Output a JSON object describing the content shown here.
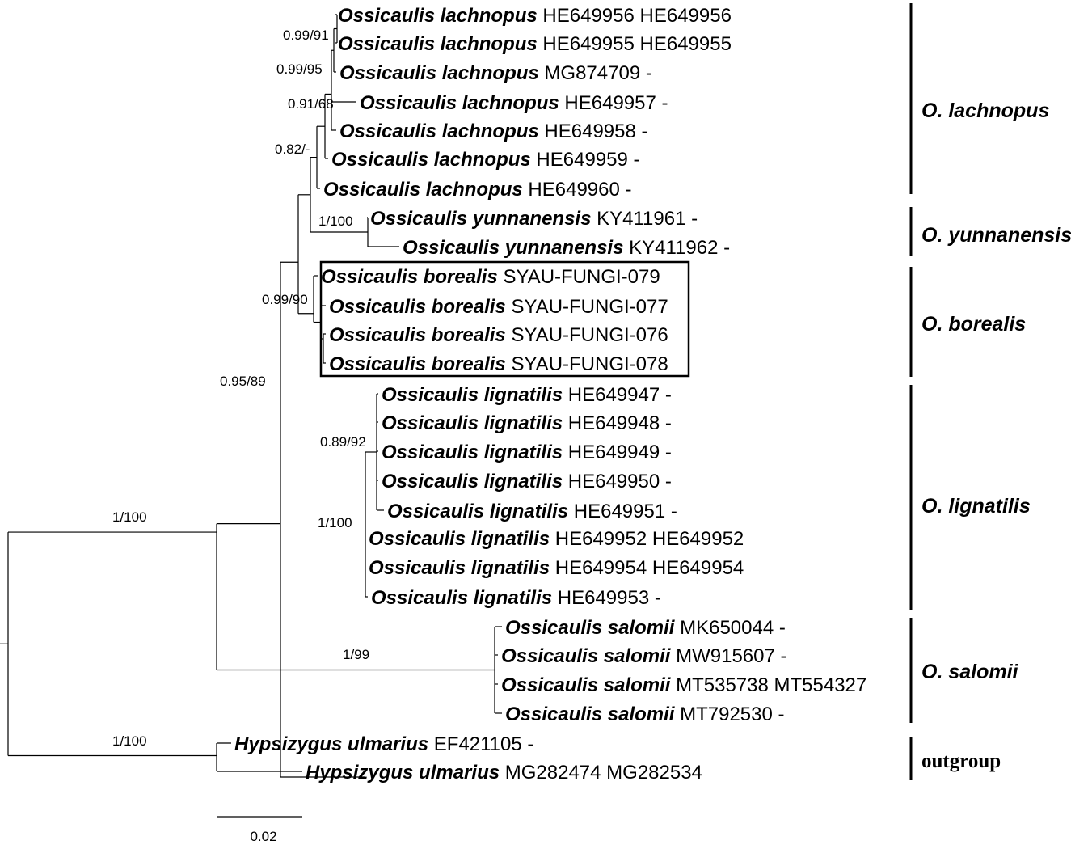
{
  "figure": {
    "scale_label": "0.02",
    "tips": [
      {
        "genus": "Ossicaulis",
        "species": "lachnopus",
        "accessions": "HE649956 HE649956"
      },
      {
        "genus": "Ossicaulis",
        "species": "lachnopus",
        "accessions": "HE649955 HE649955"
      },
      {
        "genus": "Ossicaulis",
        "species": "lachnopus",
        "accessions": "MG874709 -"
      },
      {
        "genus": "Ossicaulis",
        "species": "lachnopus",
        "accessions": "HE649957 -"
      },
      {
        "genus": "Ossicaulis",
        "species": "lachnopus",
        "accessions": "HE649958 -"
      },
      {
        "genus": "Ossicaulis",
        "species": "lachnopus",
        "accessions": "HE649959 -"
      },
      {
        "genus": "Ossicaulis",
        "species": "lachnopus",
        "accessions": "HE649960 -"
      },
      {
        "genus": "Ossicaulis",
        "species": "yunnanensis",
        "accessions": "KY411961 -"
      },
      {
        "genus": "Ossicaulis",
        "species": "yunnanensis",
        "accessions": "KY411962 -"
      },
      {
        "genus": "Ossicaulis",
        "species": "borealis",
        "accessions": "SYAU-FUNGI-079"
      },
      {
        "genus": "Ossicaulis",
        "species": "borealis",
        "accessions": "SYAU-FUNGI-077"
      },
      {
        "genus": "Ossicaulis",
        "species": "borealis",
        "accessions": "SYAU-FUNGI-076"
      },
      {
        "genus": "Ossicaulis",
        "species": "borealis",
        "accessions": "SYAU-FUNGI-078"
      },
      {
        "genus": "Ossicaulis",
        "species": "lignatilis",
        "accessions": "HE649947 -"
      },
      {
        "genus": "Ossicaulis",
        "species": "lignatilis",
        "accessions": "HE649948 -"
      },
      {
        "genus": "Ossicaulis",
        "species": "lignatilis",
        "accessions": "HE649949 -"
      },
      {
        "genus": "Ossicaulis",
        "species": "lignatilis",
        "accessions": "HE649950 -"
      },
      {
        "genus": "Ossicaulis",
        "species": "lignatilis",
        "accessions": "HE649951 -"
      },
      {
        "genus": "Ossicaulis",
        "species": "lignatilis",
        "accessions": "HE649952 HE649952"
      },
      {
        "genus": "Ossicaulis",
        "species": "lignatilis",
        "accessions": "HE649954 HE649954"
      },
      {
        "genus": "Ossicaulis",
        "species": "lignatilis",
        "accessions": "HE649953 -"
      },
      {
        "genus": "Ossicaulis",
        "species": "salomii",
        "accessions": "MK650044 -"
      },
      {
        "genus": "Ossicaulis",
        "species": "salomii",
        "accessions": "MW915607 -"
      },
      {
        "genus": "Ossicaulis",
        "species": "salomii",
        "accessions": "MT535738 MT554327"
      },
      {
        "genus": "Ossicaulis",
        "species": "salomii",
        "accessions": "MT792530 -"
      },
      {
        "genus": "Hypsizygus",
        "species": "ulmarius",
        "accessions": "EF421105 -"
      },
      {
        "genus": "Hypsizygus",
        "species": "ulmarius",
        "accessions": "MG282474 MG282534"
      }
    ],
    "supports": [
      "0.99/91",
      "0.99/95",
      "0.91/68",
      "0.82/-",
      "1/100",
      "0.99/90",
      "0.95/89",
      "0.89/92",
      "1/100",
      "1/100",
      "1/99",
      "1/100"
    ],
    "clades": [
      {
        "label": "O. lachnopus"
      },
      {
        "label": "O. yunnanensis"
      },
      {
        "label": "O. borealis"
      },
      {
        "label": "O. lignatilis"
      },
      {
        "label": "O. salomii"
      },
      {
        "label": "outgroup"
      }
    ]
  }
}
